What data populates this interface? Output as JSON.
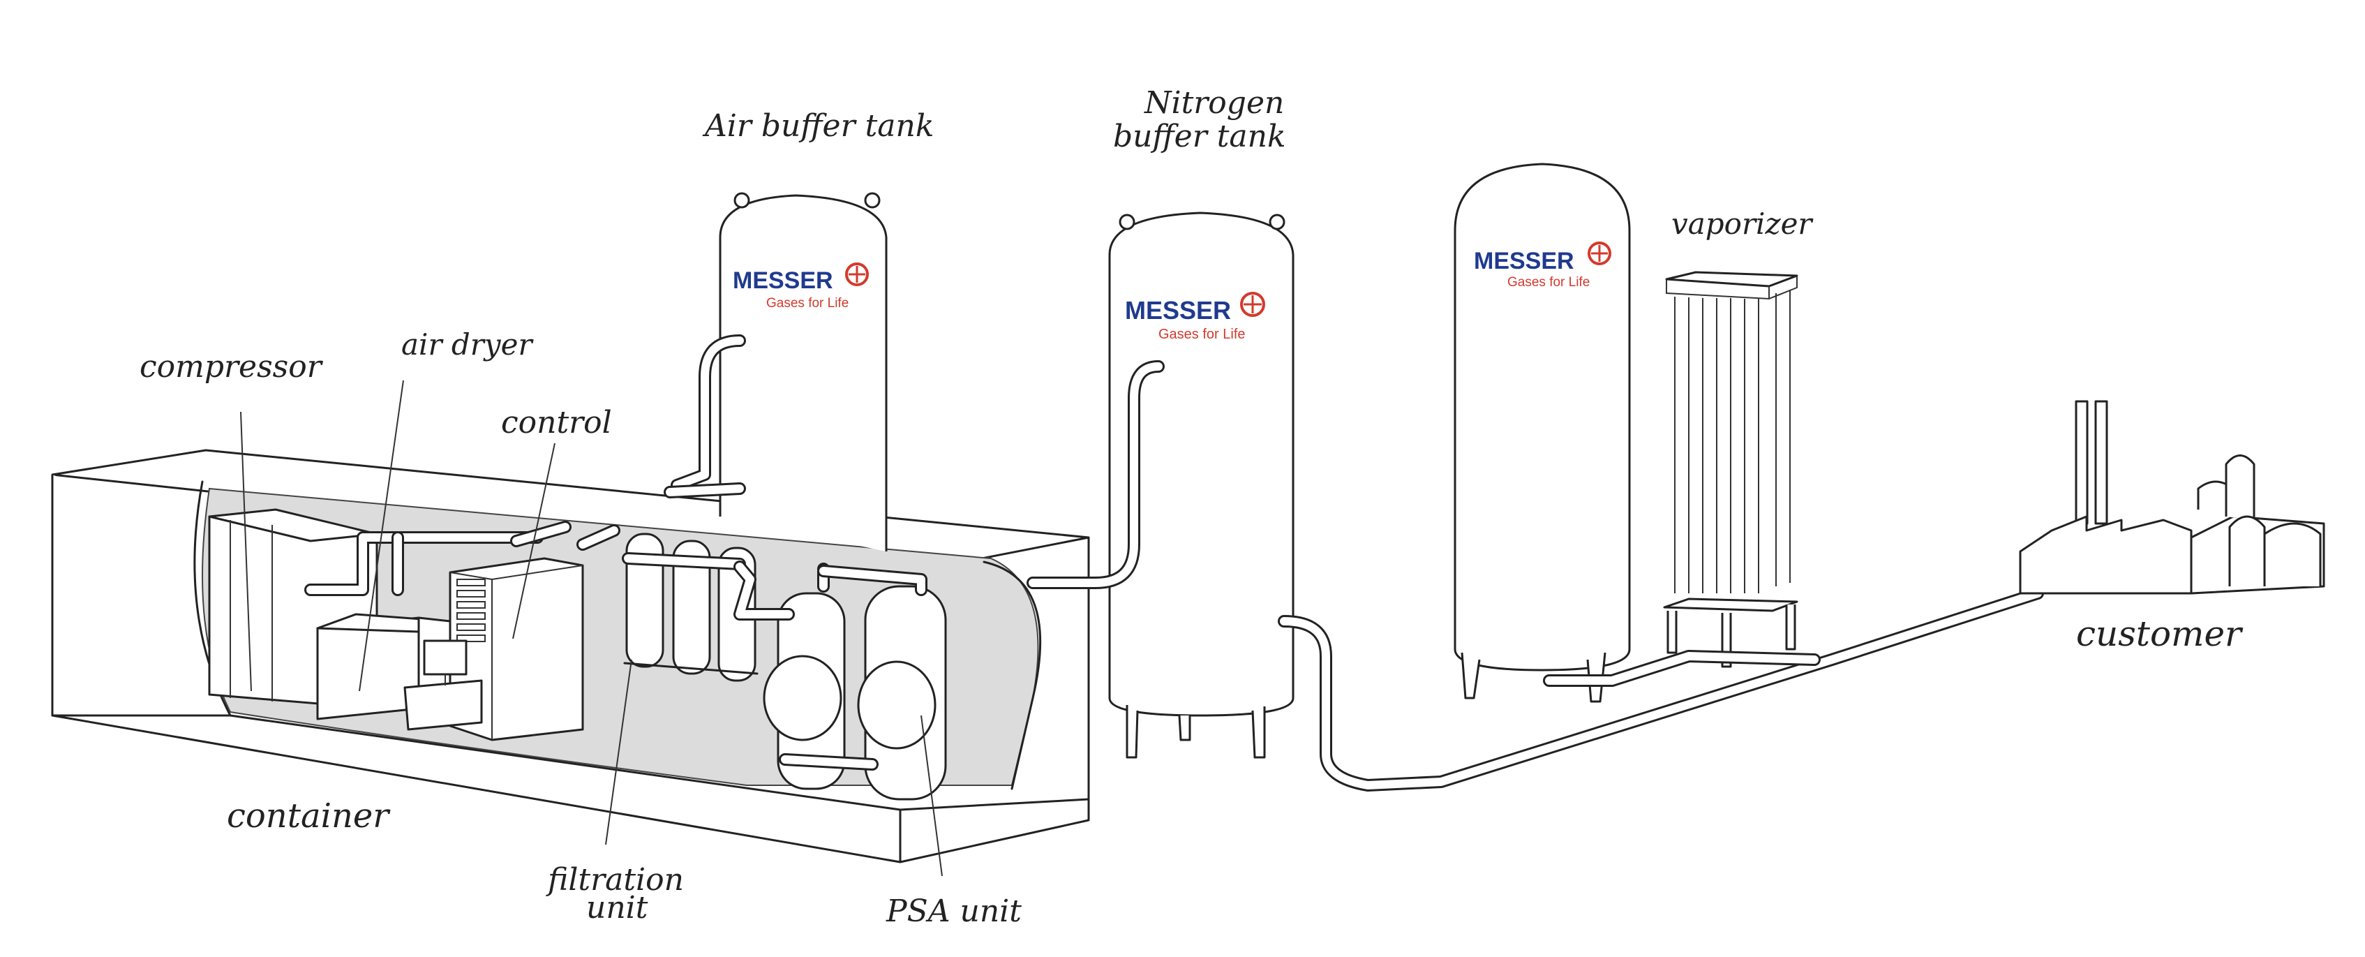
{
  "labels": {
    "air_buffer_tank": "Air buffer tank",
    "nitrogen_buffer_tank_line1": "Nitrogen",
    "nitrogen_buffer_tank_line2": "buffer tank",
    "vaporizer": "vaporizer",
    "compressor": "compressor",
    "air_dryer": "air dryer",
    "control": "control",
    "container": "container",
    "filtration_unit_line1": "filtration",
    "filtration_unit_line2": "unit",
    "psa_unit": "PSA unit",
    "customer": "customer"
  },
  "logo": {
    "brand": "MESSER",
    "tagline": "Gases for Life",
    "brand_color": "#1f3a8f",
    "accent_color": "#d33a2c"
  }
}
